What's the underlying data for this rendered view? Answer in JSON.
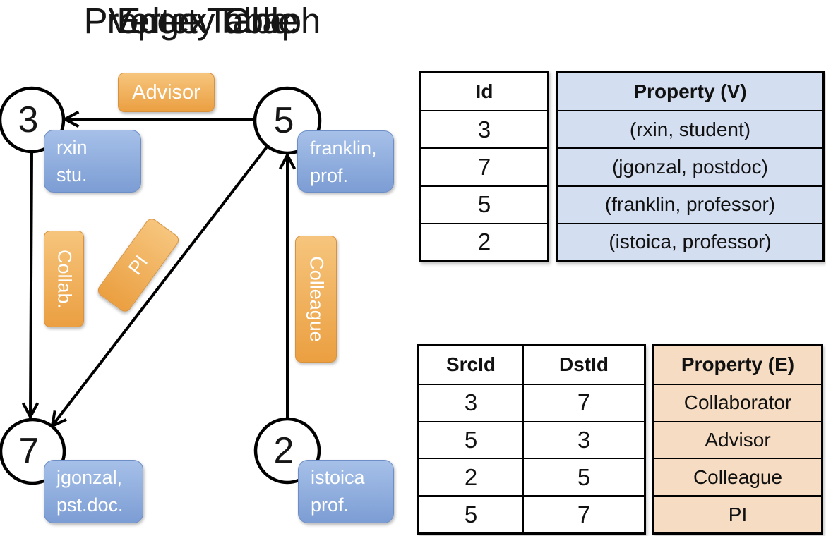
{
  "graph": {
    "title": "Property Graph",
    "nodes": {
      "n3": {
        "id": "3",
        "label_line1": "rxin",
        "label_line2": "stu."
      },
      "n5": {
        "id": "5",
        "label_line1": "franklin,",
        "label_line2": "prof."
      },
      "n7": {
        "id": "7",
        "label_line1": "jgonzal,",
        "label_line2": "pst.doc."
      },
      "n2": {
        "id": "2",
        "label_line1": "istoica",
        "label_line2": "prof."
      }
    },
    "edges": {
      "advisor": {
        "label": "Advisor",
        "from": "5",
        "to": "3"
      },
      "collab": {
        "label": "Collab.",
        "from": "3",
        "to": "7"
      },
      "pi": {
        "label": "PI",
        "from": "5",
        "to": "7"
      },
      "colleague": {
        "label": "Colleague",
        "from": "2",
        "to": "5"
      }
    }
  },
  "vertex_table": {
    "title": "Vertex Table",
    "col_id": "Id",
    "col_property": "Property (V)",
    "rows": [
      {
        "id": "3",
        "property": "(rxin, student)"
      },
      {
        "id": "7",
        "property": "(jgonzal, postdoc)"
      },
      {
        "id": "5",
        "property": "(franklin, professor)"
      },
      {
        "id": "2",
        "property": "(istoica, professor)"
      }
    ]
  },
  "edge_table": {
    "title": "Edge Table",
    "col_src": "SrcId",
    "col_dst": "DstId",
    "col_property": "Property (E)",
    "rows": [
      {
        "src": "3",
        "dst": "7",
        "property": "Collaborator"
      },
      {
        "src": "5",
        "dst": "3",
        "property": "Advisor"
      },
      {
        "src": "2",
        "dst": "5",
        "property": "Colleague"
      },
      {
        "src": "5",
        "dst": "7",
        "property": "PI"
      }
    ]
  },
  "colors": {
    "orange_top": "#f6c57d",
    "orange_bottom": "#eb9f41",
    "blue_top": "#a6c0e8",
    "blue_bottom": "#7c9dd4",
    "vertex_cell": "#d4def1",
    "edge_cell": "#f6dcc2",
    "text_white": "#ffffff"
  }
}
